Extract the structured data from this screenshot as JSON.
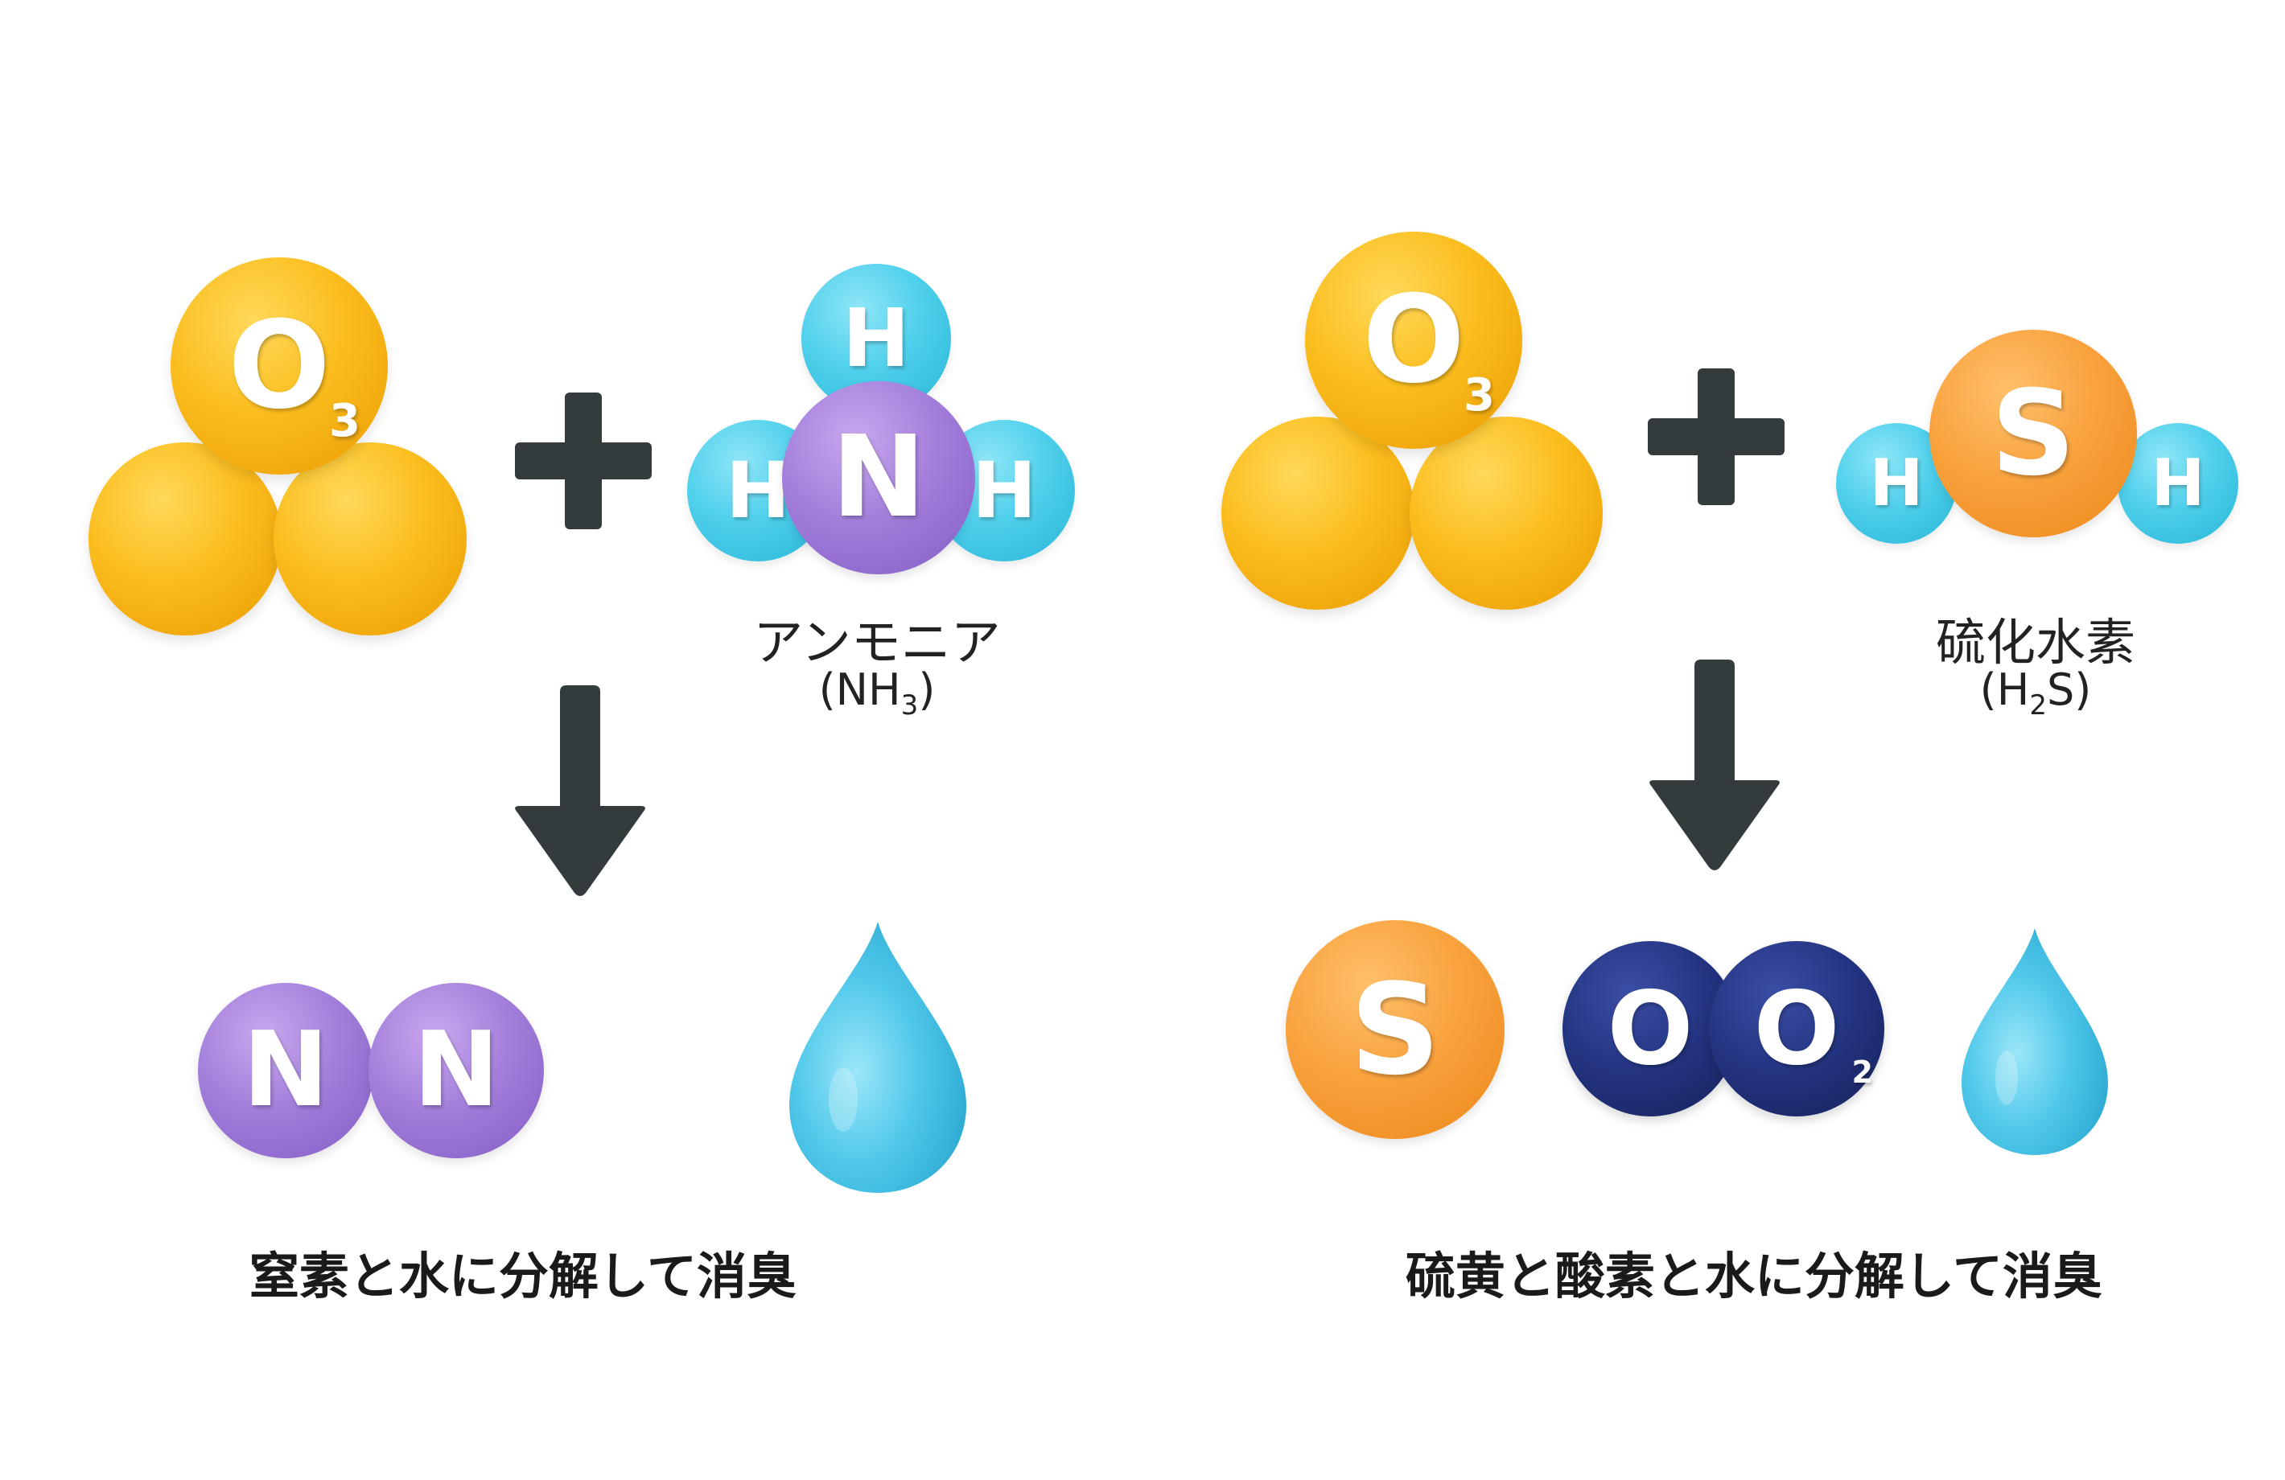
{
  "colors": {
    "oxygen_ozone": "#fbbd1e",
    "hydrogen": "#4fd0ec",
    "nitrogen": "#a37fdb",
    "sulfur": "#f9a23e",
    "oxygen_dark": "#23337f",
    "arrow": "#333b3d",
    "water_drop": "#4fc8ea"
  },
  "left": {
    "reactant_ozone": {
      "symbol": "O",
      "subscript": "3"
    },
    "reactant_ammonia": {
      "center": "N",
      "h_top": "H",
      "h_left": "H",
      "h_right": "H",
      "name": "アンモニア",
      "formula_prefix": "(NH",
      "formula_sub": "3",
      "formula_suffix": ")"
    },
    "product_nitrogen": {
      "left": "N",
      "right": "N"
    },
    "caption": "窒素と水に分解して消臭"
  },
  "right": {
    "reactant_ozone": {
      "symbol": "O",
      "subscript": "3"
    },
    "reactant_h2s": {
      "center": "S",
      "h_left": "H",
      "h_right": "H",
      "name": "硫化水素",
      "formula_prefix": "(H",
      "formula_sub": "2",
      "formula_suffix": "S)"
    },
    "product_sulfur": {
      "symbol": "S"
    },
    "product_oxygen": {
      "left": "O",
      "right": "O",
      "subscript": "2"
    },
    "caption": "硫黄と酸素と水に分解して消臭"
  },
  "icons": {
    "plus": "plus-icon",
    "arrow": "arrow-down-icon",
    "water": "water-drop-icon"
  }
}
